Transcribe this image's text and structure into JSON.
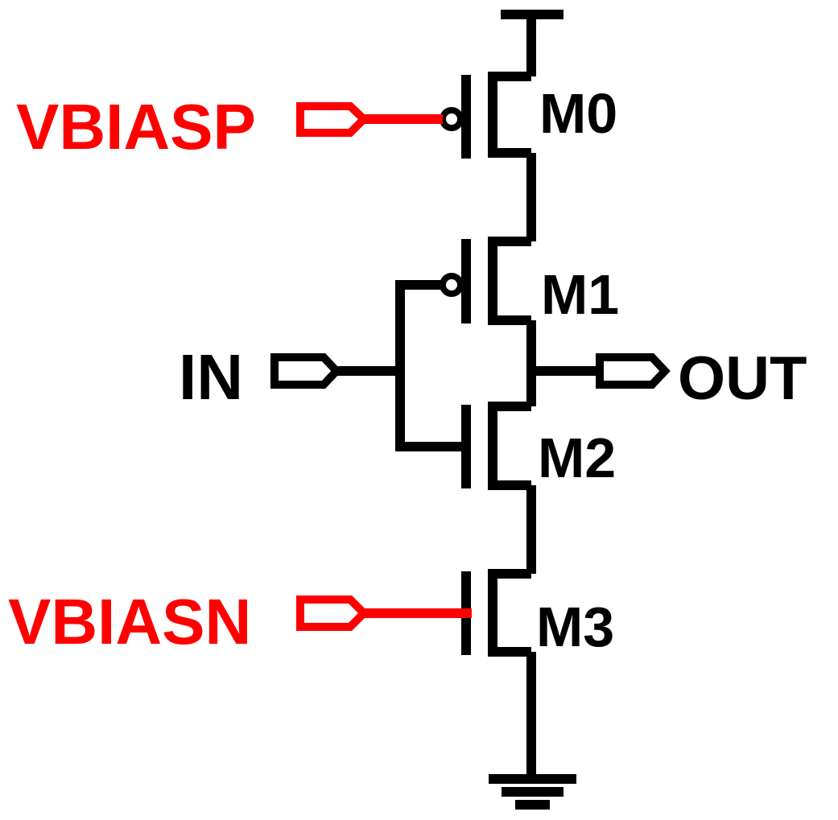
{
  "colors": {
    "wire": "#000000",
    "bias": "#ff0000",
    "background": "#ffffff"
  },
  "transistors": [
    {
      "id": "M0",
      "label": "M0",
      "type": "pmos"
    },
    {
      "id": "M1",
      "label": "M1",
      "type": "pmos"
    },
    {
      "id": "M2",
      "label": "M2",
      "type": "nmos"
    },
    {
      "id": "M3",
      "label": "M3",
      "type": "nmos"
    }
  ],
  "ports": {
    "vbiasp": "VBIASP",
    "vbiasn": "VBIASN",
    "in": "IN",
    "out": "OUT"
  },
  "symbols": {
    "supply": "vdd-bar-icon",
    "ground": "ground-icon"
  }
}
